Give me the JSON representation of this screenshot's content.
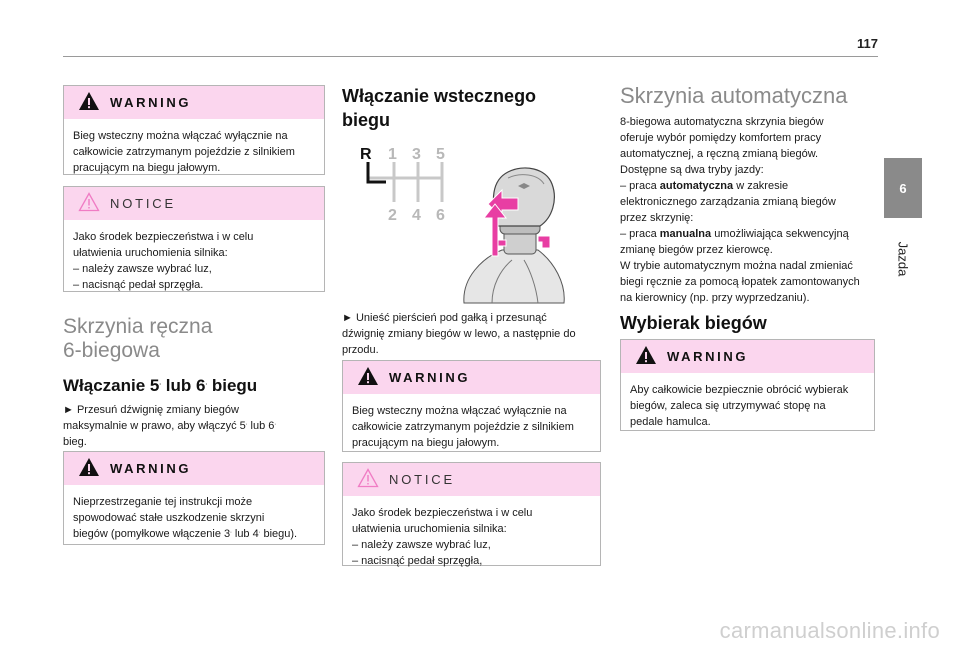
{
  "header": {
    "page_number": "117"
  },
  "side_tab": {
    "chapter_number": "6",
    "chapter_name": "Jazda"
  },
  "left": {
    "warning1": {
      "title": "WARNING",
      "lines": [
        "Bieg wsteczny można włączać wyłącznie na",
        "całkowicie zatrzymanym pojeździe z silnikiem",
        "pracującym na biegu jałowym."
      ]
    },
    "notice1": {
      "title": "NOTICE",
      "lines": [
        "Jako środek bezpieczeństwa i w celu",
        "ułatwienia uruchomienia silnika:",
        "–  należy zawsze wybrać luz,",
        "–  nacisnąć pedał sprzęgła."
      ]
    },
    "section_title_l1": "Skrzynia ręczna",
    "section_title_l2": "6-biegowa",
    "sub_heading_a": "Włączanie 5",
    "sub_heading_b": "lub 6",
    "sub_heading_c": "biegu",
    "sup_dot": ".",
    "para_l1": "►  Przesuń dźwignię zmiany biegów",
    "para_l2a": "maksymalnie w prawo, aby włączyć 5",
    "para_l2b": "lub 6",
    "para_l3": "bieg.",
    "warning2": {
      "title": "WARNING",
      "line1": "Nieprzestrzeganie tej instrukcji może",
      "line2": "spowodować stałe uszkodzenie skrzyni",
      "line3a": "biegów (pomyłkowe włączenie 3",
      "line3b": "lub 4",
      "line3c": "biegu)."
    }
  },
  "middle": {
    "heading_l1": "Włączanie wstecznego",
    "heading_l2": "biegu",
    "diagram": {
      "gears_top": [
        "R",
        "1",
        "3",
        "5"
      ],
      "gears_bottom": [
        "2",
        "4",
        "6"
      ]
    },
    "para_lines": [
      "►  Unieść pierścień pod gałką i przesunąć",
      "dźwignię zmiany biegów w lewo, a następnie do",
      "przodu."
    ],
    "warning": {
      "title": "WARNING",
      "lines": [
        "Bieg wsteczny można włączać wyłącznie na",
        "całkowicie zatrzymanym pojeździe z silnikiem",
        "pracującym na biegu jałowym."
      ]
    },
    "notice": {
      "title": "NOTICE",
      "lines": [
        "Jako środek bezpieczeństwa i w celu",
        "ułatwienia uruchomienia silnika:",
        "–  należy zawsze wybrać luz,",
        "–  nacisnąć pedał sprzęgła,"
      ]
    }
  },
  "right": {
    "section_title": "Skrzynia automatyczna",
    "p1": "8-biegowa automatyczna skrzynia biegów",
    "p2": "oferuje wybór pomiędzy komfortem pracy",
    "p3": "automatycznej, a ręczną zmianą biegów.",
    "p4": "Dostępne są dwa tryby jazdy:",
    "p5a": "–  praca",
    "p5b": "automatyczna",
    "p5c": "w zakresie",
    "p6": "elektronicznego zarządzania zmianą biegów",
    "p7": "przez skrzynię:",
    "p8a": "–  praca",
    "p8b": "manualna",
    "p8c": "umożliwiająca sekwencyjną",
    "p9": "zmianę biegów przez kierowcę.",
    "p10": "W trybie automatycznym można nadal zmieniać",
    "p11": "biegi ręcznie za pomocą łopatek zamontowanych",
    "p12": "na kierownicy (np. przy wyprzedzaniu).",
    "sub_heading": "Wybierak biegów",
    "warning": {
      "title": "WARNING",
      "lines": [
        "Aby całkowicie bezpiecznie obrócić wybierak",
        "biegów, zaleca się utrzymywać stopę na",
        "pedale hamulca."
      ]
    }
  },
  "watermark": "carmanualsonline.info",
  "colors": {
    "box_header": "#fbd6ee",
    "arrow": "#e83ea3",
    "notice_icon": "#f07cc4"
  }
}
